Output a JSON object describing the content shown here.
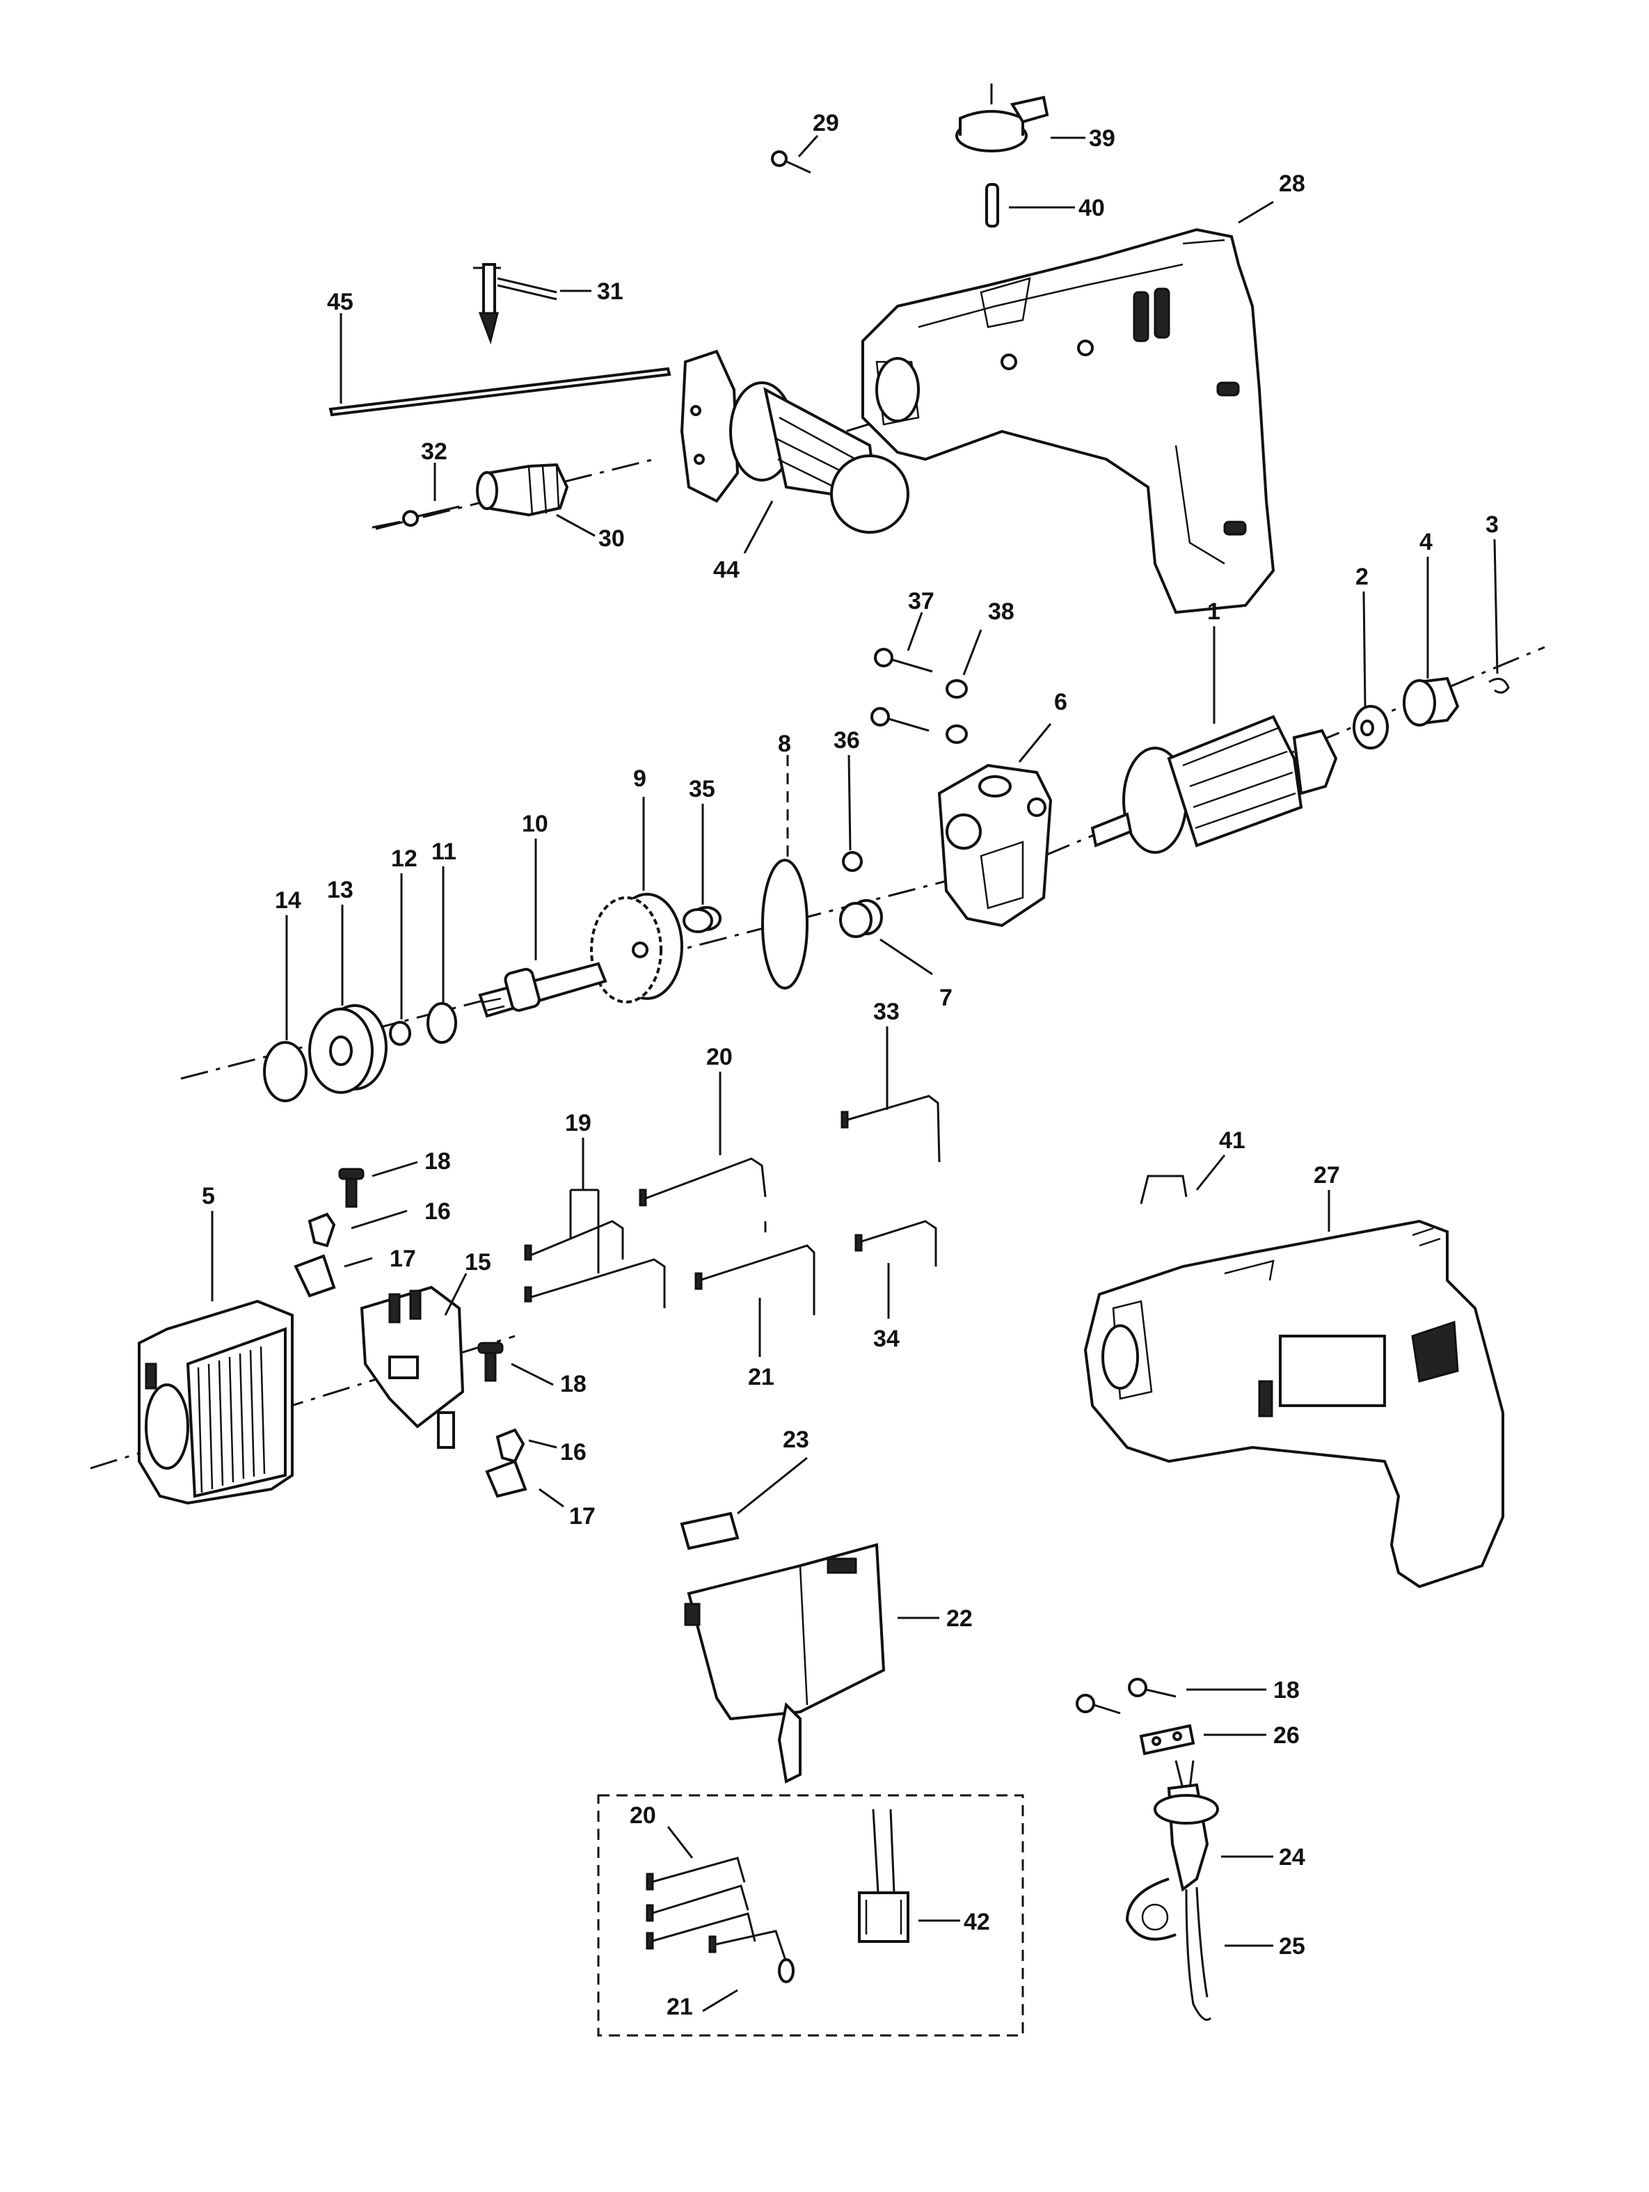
{
  "title": "Exploded parts diagram - hammer drill",
  "part_labels": {
    "p1": "1",
    "p2": "2",
    "p3": "3",
    "p4": "4",
    "p5": "5",
    "p6": "6",
    "p7": "7",
    "p8": "8",
    "p9": "9",
    "p10": "10",
    "p11": "11",
    "p12": "12",
    "p13": "13",
    "p14": "14",
    "p15": "15",
    "p16a": "16",
    "p16b": "16",
    "p17a": "17",
    "p17b": "17",
    "p18a": "18",
    "p18b": "18",
    "p18c": "18",
    "p19": "19",
    "p20a": "20",
    "p20b": "20",
    "p21a": "21",
    "p21b": "21",
    "p22": "22",
    "p23": "23",
    "p24": "24",
    "p25": "25",
    "p26": "26",
    "p27": "27",
    "p28": "28",
    "p29": "29",
    "p30": "30",
    "p31": "31",
    "p32": "32",
    "p33": "33",
    "p34": "34",
    "p35": "35",
    "p36": "36",
    "p37": "37",
    "p38": "38",
    "p39": "39",
    "p40": "40",
    "p41": "41",
    "p42": "42",
    "p44": "44",
    "p45": "45"
  }
}
